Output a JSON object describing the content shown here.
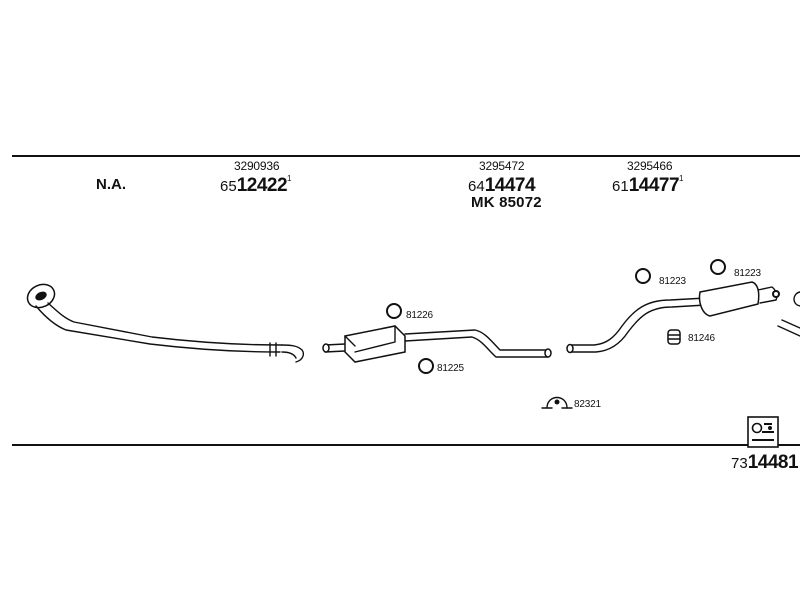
{
  "header": {
    "na_label": "N.A."
  },
  "assemblies": [
    {
      "oe_code": "3290936",
      "prefix": "65",
      "number": "12422",
      "footnote": "1"
    },
    {
      "oe_code": "3295472",
      "prefix": "64",
      "number": "14474",
      "alt_code": "MK 85072"
    },
    {
      "oe_code": "3295466",
      "prefix": "61",
      "number": "14477",
      "footnote": "1"
    }
  ],
  "parts": [
    {
      "code": "81226"
    },
    {
      "code": "81225"
    },
    {
      "code": "82321"
    },
    {
      "code": "81223"
    },
    {
      "code": "81223"
    },
    {
      "code": "81246"
    }
  ],
  "kit": {
    "prefix": "73",
    "number": "14481",
    "icon": "mounting-kit-icon"
  }
}
